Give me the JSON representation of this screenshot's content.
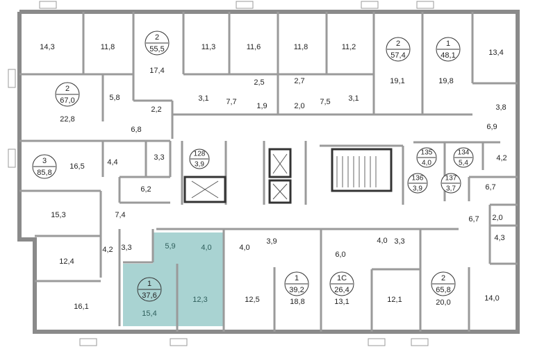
{
  "plan": {
    "highlight_color": "#a9d3d2",
    "wall_color": "#8a8a8a",
    "rooms": [
      "14,3",
      "11,8",
      "17,4",
      "11,3",
      "11,6",
      "11,8",
      "11,2",
      "19,1",
      "19,8",
      "13,4",
      "5,8",
      "2,2",
      "22,8",
      "6,8",
      "3,1",
      "7,7",
      "2,5",
      "1,9",
      "2,7",
      "2,0",
      "7,5",
      "3,1",
      "3,8",
      "6,9",
      "4,2",
      "16,5",
      "4,4",
      "3,3",
      "6,2",
      "15,3",
      "7,4",
      "4,2",
      "3,3",
      "5,9",
      "4,0",
      "4,0",
      "3,9",
      "12,4",
      "16,1",
      "15,4",
      "12,3",
      "12,5",
      "18,8",
      "6,0",
      "4,0",
      "3,3",
      "13,1",
      "12,1",
      "20,0",
      "14,0",
      "6,7",
      "6,7",
      "2,0",
      "4,3"
    ],
    "apartments": [
      {
        "rooms": "2",
        "area": "55,5"
      },
      {
        "rooms": "2",
        "area": "67,0"
      },
      {
        "rooms": "3",
        "area": "85,8"
      },
      {
        "rooms": "2",
        "area": "57,4"
      },
      {
        "rooms": "1",
        "area": "48,1"
      },
      {
        "rooms": "1",
        "area": "37,6",
        "selected": true
      },
      {
        "rooms": "1",
        "area": "39,2"
      },
      {
        "rooms": "1С",
        "area": "26,4"
      },
      {
        "rooms": "2",
        "area": "65,8"
      }
    ],
    "storage": [
      {
        "number": "128",
        "area": "3,9"
      },
      {
        "number": "135",
        "area": "4,0"
      },
      {
        "number": "134",
        "area": "5,4"
      },
      {
        "number": "136",
        "area": "3,9"
      },
      {
        "number": "137",
        "area": "3,7"
      }
    ]
  }
}
